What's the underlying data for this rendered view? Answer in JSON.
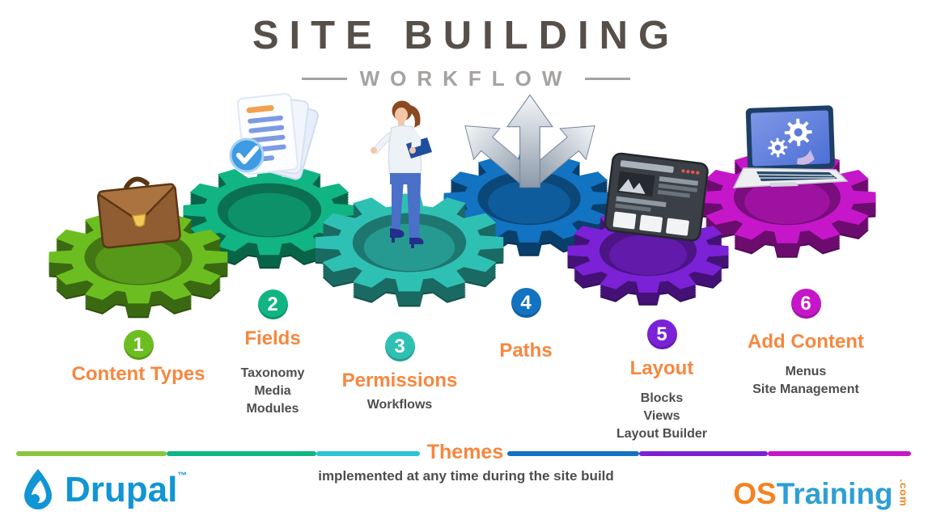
{
  "header": {
    "title": "SITE BUILDING",
    "subtitle": "WORKFLOW"
  },
  "steps": [
    {
      "number": "1",
      "label": "Content Types",
      "sub_items": [],
      "color": "#6cbe20",
      "icon": "briefcase-icon"
    },
    {
      "number": "2",
      "label": "Fields",
      "sub_items": [
        "Taxonomy",
        "Media",
        "Modules"
      ],
      "color": "#10b583",
      "icon": "checklist-documents-icon"
    },
    {
      "number": "3",
      "label": "Permissions",
      "sub_items": [
        "Workflows"
      ],
      "color": "#2fc0b4",
      "icon": "woman-clipboard-icon"
    },
    {
      "number": "4",
      "label": "Paths",
      "sub_items": [],
      "color": "#1273c2",
      "icon": "branching-arrows-icon"
    },
    {
      "number": "5",
      "label": "Layout",
      "sub_items": [
        "Blocks",
        "Views",
        "Layout Builder"
      ],
      "color": "#7b21d6",
      "icon": "wireframe-tablet-icon"
    },
    {
      "number": "6",
      "label": "Add Content",
      "sub_items": [
        "Menus",
        "Site Management"
      ],
      "color": "#c516c9",
      "icon": "laptop-gears-icon"
    }
  ],
  "themes": {
    "label": "Themes",
    "description": "implemented at any time during the site build",
    "line_colors": [
      "#8bc53f",
      "#0fb583",
      "#2cc4d4",
      "#1273c2",
      "#7b21d6",
      "#c516c9"
    ]
  },
  "branding": {
    "drupal": {
      "name": "Drupal",
      "tm": "™",
      "color": "#1095d5"
    },
    "ostraining": {
      "os": "OS",
      "training": "Training",
      "com": ".com",
      "os_color": "#f58220",
      "training_color": "#2e9fd4"
    }
  },
  "accent_color": "#f6873f",
  "text_color": "#4e4d4f"
}
